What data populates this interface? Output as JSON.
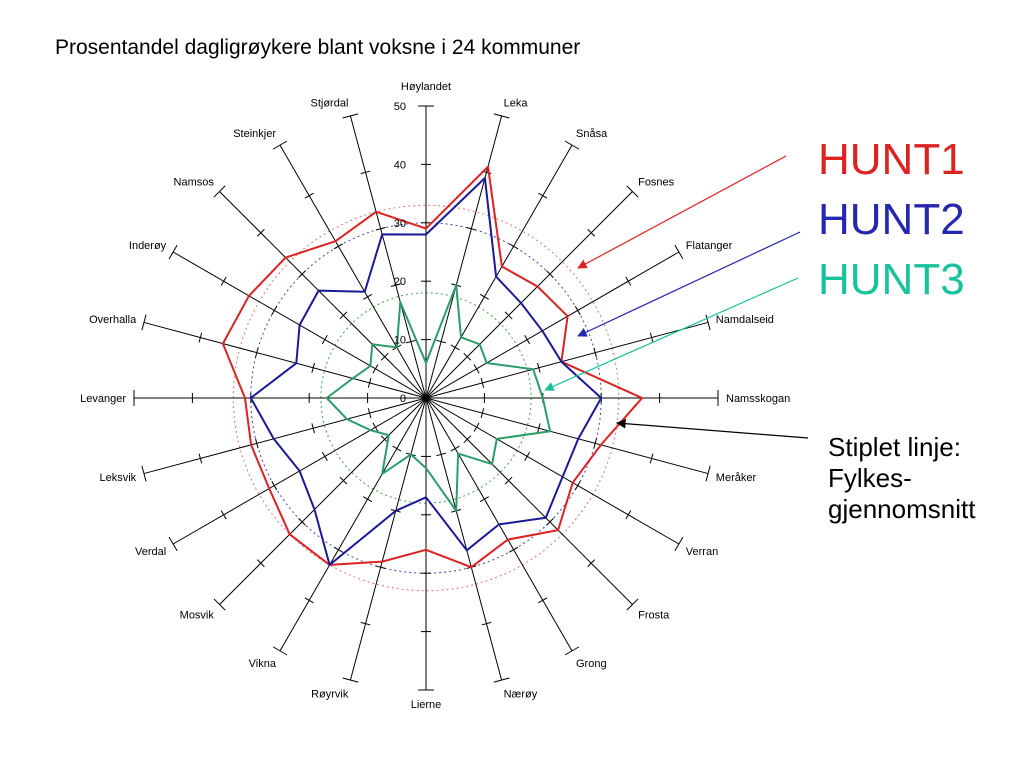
{
  "chart_data": {
    "type": "radar",
    "title": "Prosentandel dagligrøykere blant voksne i 24 kommuner",
    "categories": [
      "Høylandet",
      "Leka",
      "Snåsa",
      "Fosnes",
      "Flatanger",
      "Namdalseid",
      "Namsskogan",
      "Meråker",
      "Verran",
      "Frosta",
      "Grong",
      "Nærøy",
      "Lierne",
      "Røyrvik",
      "Vikna",
      "Mosvik",
      "Verdal",
      "Leksvik",
      "Levanger",
      "Overhalla",
      "Inderøy",
      "Namsos",
      "Steinkjer",
      "Stjørdal"
    ],
    "rlim": [
      0,
      50
    ],
    "ticks": [
      "0",
      "10",
      "20",
      "30",
      "40",
      "50"
    ],
    "tick_values": [
      0,
      10,
      20,
      30,
      40,
      50
    ],
    "series": [
      {
        "name": "HUNT1",
        "color": "#dd2222",
        "values": [
          29,
          41,
          26,
          27,
          28,
          24,
          37,
          31,
          29,
          32,
          28,
          30,
          26,
          29,
          33,
          33,
          31,
          31,
          31,
          36,
          35,
          34,
          31,
          33
        ]
      },
      {
        "name": "HUNT2",
        "color": "#1a1a99",
        "values": [
          28,
          39,
          24,
          23,
          23,
          24,
          30,
          27,
          27,
          29,
          25,
          27,
          17,
          20,
          33,
          27,
          25,
          27,
          30,
          23,
          25,
          26,
          21,
          29
        ]
      },
      {
        "name": "HUNT3",
        "color": "#2a9d6a",
        "values": [
          6,
          20,
          12,
          13,
          12,
          19,
          20,
          22,
          14,
          16,
          11,
          20,
          12,
          10,
          15,
          9,
          11,
          14,
          17,
          13,
          11,
          13,
          10,
          17
        ]
      }
    ],
    "averages": [
      {
        "series": "HUNT1",
        "value": 33,
        "color": "#e57373"
      },
      {
        "series": "HUNT2",
        "value": 30,
        "color": "#3949ab"
      },
      {
        "series": "HUNT3",
        "value": 18,
        "color": "#43a047"
      }
    ]
  },
  "legend": [
    {
      "label": "HUNT1",
      "color": "#dd2222"
    },
    {
      "label": "HUNT2",
      "color": "#2626b0"
    },
    {
      "label": "HUNT3",
      "color": "#17c39a"
    }
  ],
  "note": {
    "line1": "Stiplet linje:",
    "line2": "Fylkes-",
    "line3": "gjennomsnitt"
  }
}
